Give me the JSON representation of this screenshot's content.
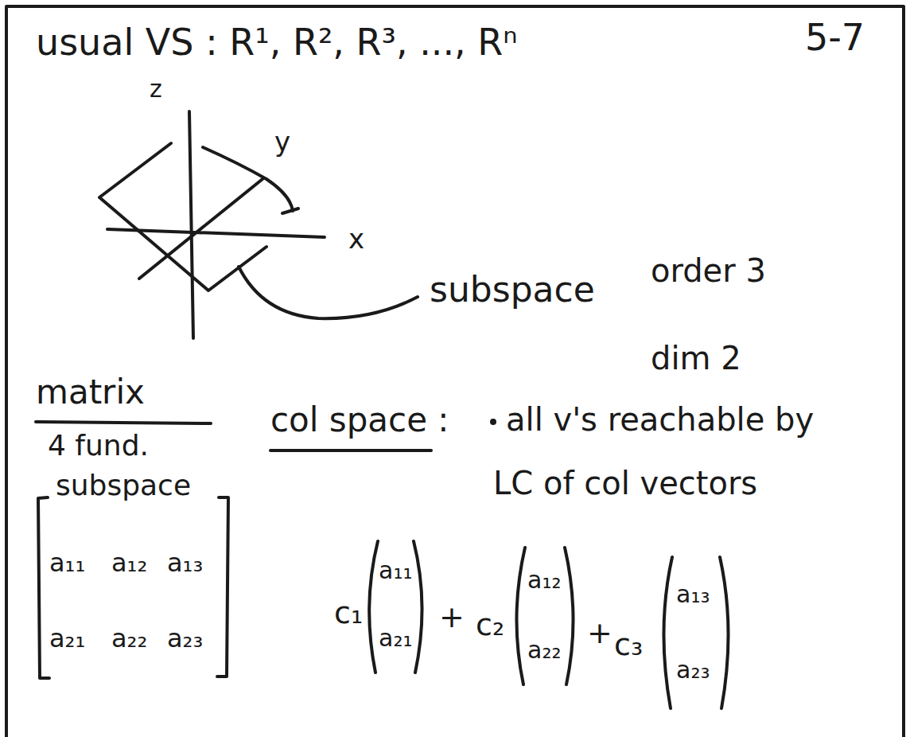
{
  "diagram": {
    "labels": [
      "usual VS : R¹, R², R³, ..., Rⁿ",
      "5-7",
      "z",
      "y",
      "x",
      "subspace",
      "order 3",
      "dim 2",
      "matrix",
      "4 fund.",
      "subspace",
      "col space :",
      "all v's reachable by",
      "LC of col vectors",
      "a₁₁",
      "a₁₂",
      "a₁₃",
      "a₂₁",
      "a₂₂",
      "a₂₃",
      "c₁",
      "a₁₁",
      "a₂₁",
      "+",
      "c₂",
      "a₁₂",
      "a₂₂",
      "+",
      "c₃",
      "a₁₃",
      "a₂₃"
    ]
  }
}
